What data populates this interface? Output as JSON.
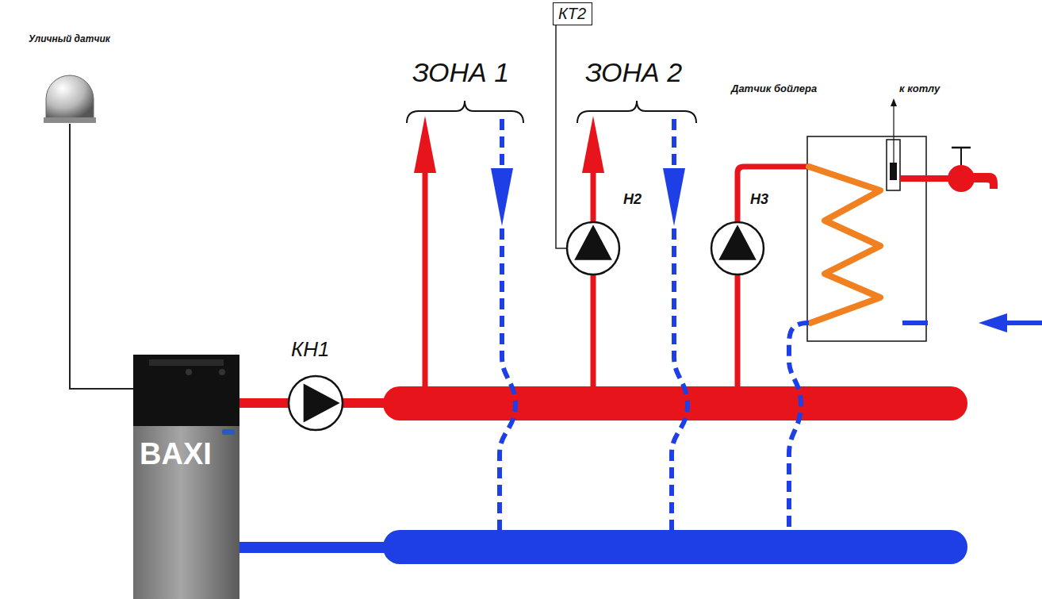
{
  "diagram": {
    "nodes": [
      {
        "text": [
          "Уличный датчик"
        ]
      },
      {
        "text": [
          "BAXI"
        ]
      },
      {
        "text": [
          "КН1"
        ]
      },
      {
        "text": [
          "КТ2"
        ]
      },
      {
        "text": [
          "Н2"
        ]
      },
      {
        "text": [
          "Н3"
        ]
      }
    ],
    "edges": [
      {
        "from": 0,
        "to": 1,
        "arrow": "none"
      },
      {
        "from": 1,
        "to": 2,
        "arrow": "none"
      },
      {
        "from": 3,
        "to": 4,
        "arrow": "none"
      }
    ],
    "labels": [
      "ЗОНА 1",
      "ЗОНА 2",
      "Датчик бойлера",
      "к котлу"
    ]
  }
}
